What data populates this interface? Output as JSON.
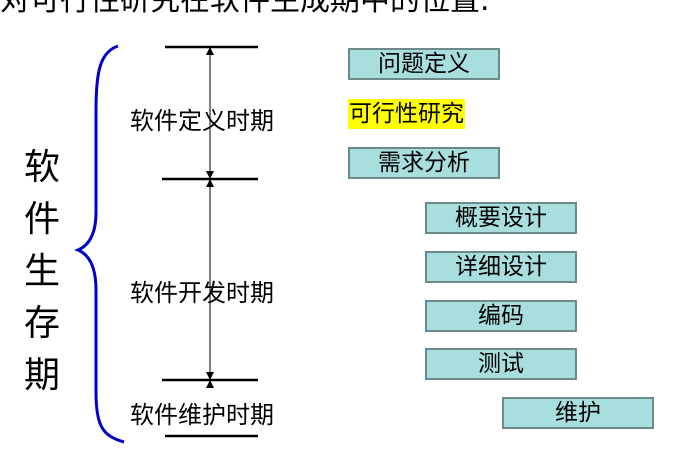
{
  "caption": "对可行性研究在软件生成期中的位置.",
  "title_vertical": "软件生存期",
  "periods": [
    {
      "label": "软件定义时期"
    },
    {
      "label": "软件开发时期"
    },
    {
      "label": "软件维护时期"
    }
  ],
  "tasks": [
    {
      "label": "问题定义"
    },
    {
      "label": "可行性研究",
      "highlight": true
    },
    {
      "label": "需求分析"
    },
    {
      "label": "概要设计"
    },
    {
      "label": "详细设计"
    },
    {
      "label": "编码"
    },
    {
      "label": "测试"
    },
    {
      "label": "维护"
    }
  ],
  "colors": {
    "brace": "#0000c8",
    "box_fill": "#a9dede",
    "box_border": "#6d8a8a",
    "highlight_fill": "#ffff00"
  }
}
